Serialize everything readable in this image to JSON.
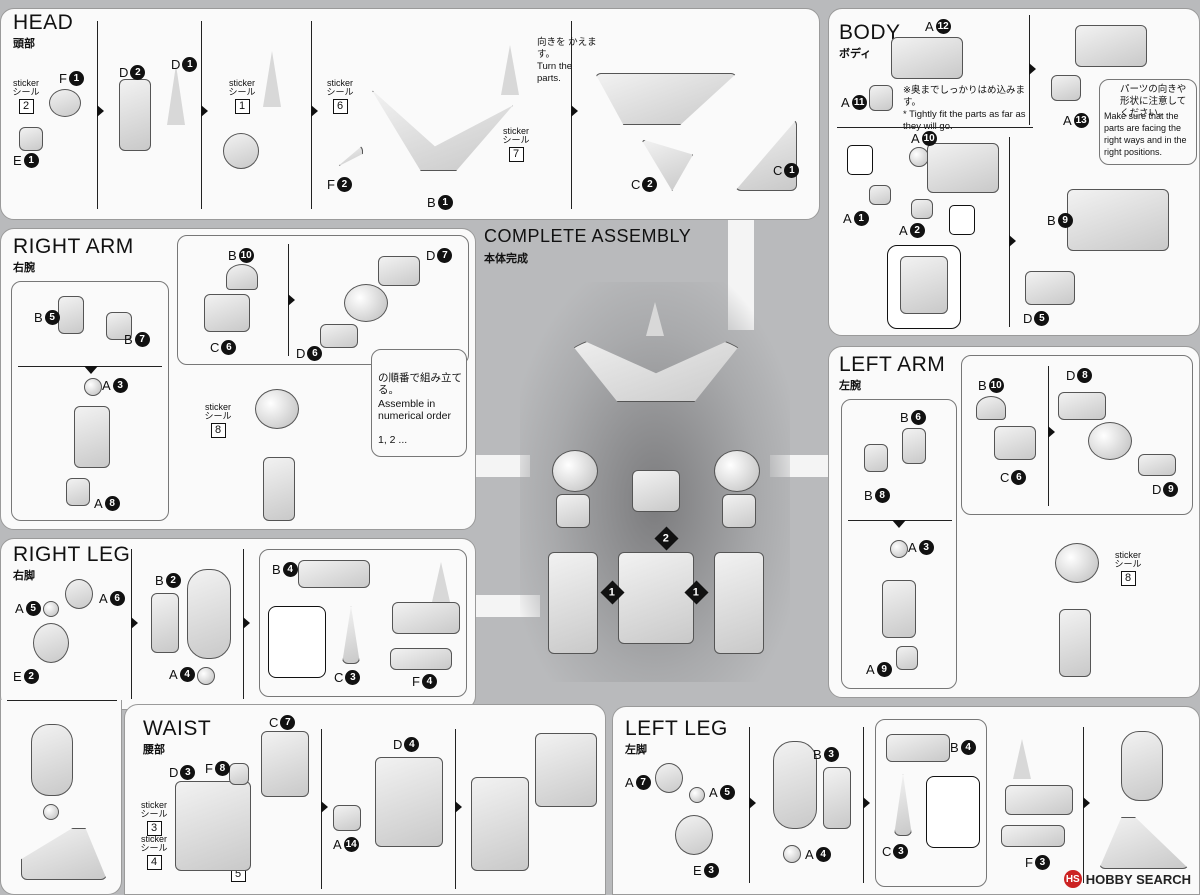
{
  "head": {
    "title": "HEAD",
    "subtitle": "頭部",
    "labels": [
      "F1",
      "E1",
      "D2",
      "D1",
      "B1",
      "F2",
      "C2",
      "C1"
    ],
    "sticker_word_en": "sticker",
    "sticker_word_jp": "シール",
    "stickers": [
      "2",
      "1",
      "6",
      "7"
    ],
    "note_jp": "向きを かえます。",
    "note_en": "Turn the parts."
  },
  "body": {
    "title": "BODY",
    "subtitle": "ボディ",
    "labels": [
      "A12",
      "A11",
      "A13",
      "A10",
      "A1",
      "A2",
      "B9",
      "D5"
    ],
    "note_jp": "※奥までしっかりはめ込みます。",
    "note_en": "* Tightly fit the parts as far as they will go.",
    "side_note_jp": "パーツの向きや形状に注意してください。",
    "side_note_en": "Make sure that the parts are facing the right ways and in the right positions."
  },
  "right_arm": {
    "title": "RIGHT ARM",
    "subtitle": "右腕",
    "labels": [
      "B5",
      "B7",
      "A3",
      "A8",
      "B10",
      "C6",
      "D7",
      "D6"
    ],
    "sticker": "8",
    "order_jp": "の順番で組み立てる。",
    "order_en": "Assemble in numerical order",
    "order_seq": "1, 2 ..."
  },
  "complete": {
    "title": "COMPLETE ASSEMBLY",
    "subtitle": "本体完成",
    "steps": [
      "2",
      "1",
      "1"
    ]
  },
  "left_arm": {
    "title": "LEFT ARM",
    "subtitle": "左腕",
    "labels": [
      "B6",
      "B8",
      "A3",
      "A9",
      "B10",
      "C6",
      "D8",
      "D9"
    ],
    "sticker": "8"
  },
  "right_leg": {
    "title": "RIGHT LEG",
    "subtitle": "右脚",
    "labels": [
      "A5",
      "A6",
      "E2",
      "B2",
      "A4",
      "B4",
      "C3",
      "F4"
    ]
  },
  "waist": {
    "title": "WAIST",
    "subtitle": "腰部",
    "labels": [
      "C7",
      "F8",
      "D3",
      "D4",
      "A14"
    ],
    "stickers": [
      "3",
      "4",
      "5"
    ]
  },
  "left_leg": {
    "title": "LEFT LEG",
    "subtitle": "左脚",
    "labels": [
      "A7",
      "A5",
      "E3",
      "B3",
      "A4",
      "B4",
      "C3",
      "F3"
    ]
  },
  "watermark": "HOBBY SEARCH",
  "colors": {
    "background": "#b9babc",
    "panel": "#fafafa",
    "ink": "#111111"
  }
}
